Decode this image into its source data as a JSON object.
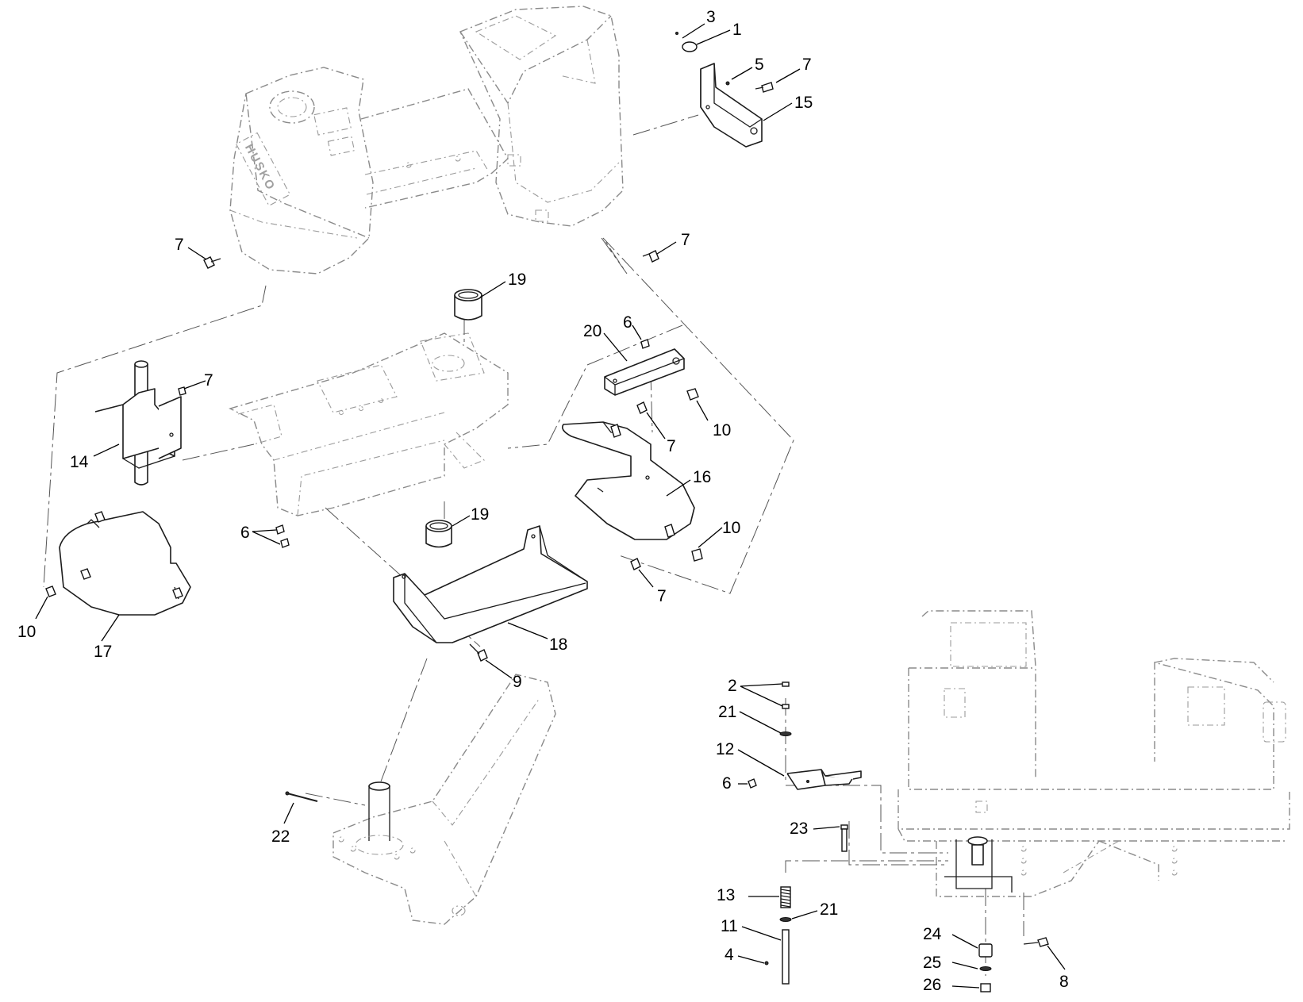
{
  "diagram": {
    "callouts": [
      "3",
      "1",
      "5",
      "7",
      "15",
      "7",
      "7",
      "19",
      "6",
      "20",
      "7",
      "14",
      "10",
      "7",
      "16",
      "6",
      "19",
      "10",
      "10",
      "17",
      "18",
      "7",
      "9",
      "22",
      "2",
      "21",
      "12",
      "6",
      "23",
      "13",
      "21",
      "11",
      "4",
      "24",
      "25",
      "26",
      "8"
    ],
    "logo_text": "HUSKO"
  }
}
